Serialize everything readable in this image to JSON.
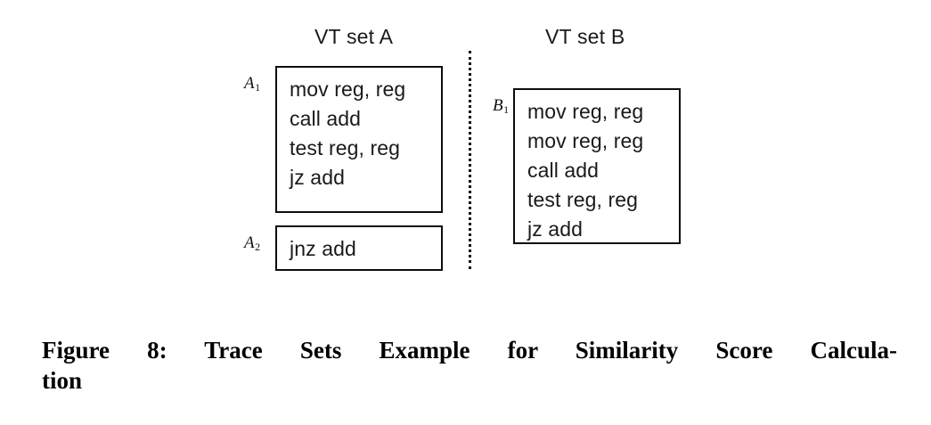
{
  "figure": {
    "columns": [
      {
        "heading": "VT set A"
      },
      {
        "heading": "VT set B"
      }
    ],
    "divider": {
      "style": "dotted-vertical",
      "color": "#111111"
    },
    "groups": [
      {
        "id": "A1",
        "label": "A",
        "subscript": "1",
        "column": "VT set A",
        "lines": [
          "mov reg, reg",
          "call add",
          "test reg, reg",
          "jz add"
        ]
      },
      {
        "id": "A2",
        "label": "A",
        "subscript": "2",
        "column": "VT set A",
        "lines": [
          "jnz add"
        ]
      },
      {
        "id": "B1",
        "label": "B",
        "subscript": "1",
        "column": "VT set B",
        "lines": [
          "mov reg, reg",
          "mov reg, reg",
          "call add",
          "test reg, reg",
          "jz add"
        ]
      }
    ]
  },
  "caption": {
    "full_text": "Figure 8: Trace Sets Example for Similarity Score Calculation",
    "line_1": "Figure 8: Trace Sets Example for Similarity Score Calcula-",
    "line_2": "tion"
  },
  "colors": {
    "background": "#ffffff",
    "text": "#1a1a1a",
    "box_border": "#0d0d0d",
    "caption_text": "#000000"
  }
}
